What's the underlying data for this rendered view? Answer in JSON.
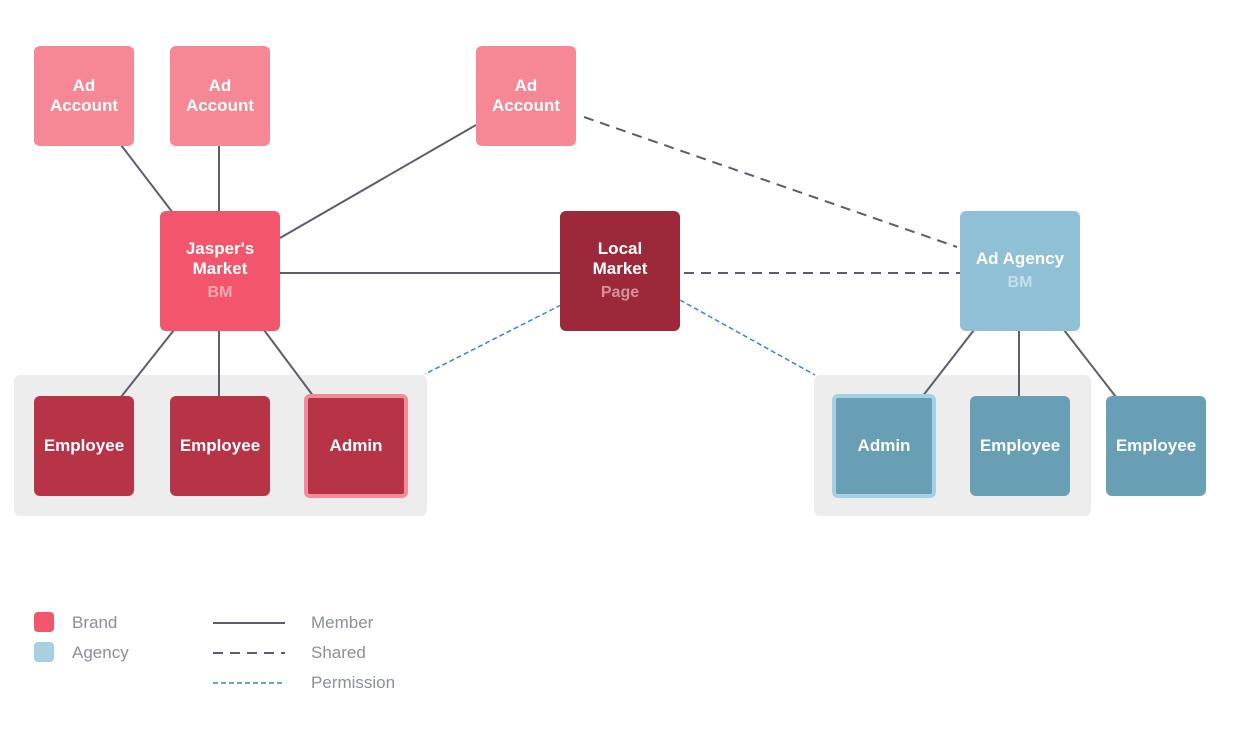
{
  "colors": {
    "brand": "#f2556c",
    "agency": "#a9d0e1",
    "ad_account": "#f58894",
    "page": "#9c2839",
    "brand_person": "#b73447",
    "agency_person": "#689fb4",
    "member_line": "#5a5f6b",
    "shared_line": "#5a5f6b",
    "permission_line": "#3d7fe6"
  },
  "nodes": {
    "ad_account_1": {
      "title": "Ad\nAccount"
    },
    "ad_account_2": {
      "title": "Ad\nAccount"
    },
    "ad_account_3": {
      "title": "Ad\nAccount"
    },
    "jaspers_market": {
      "title": "Jasper's\nMarket",
      "subtitle": "BM"
    },
    "local_market": {
      "title": "Local\nMarket",
      "subtitle": "Page"
    },
    "ad_agency": {
      "title": "Ad Agency",
      "subtitle": "BM"
    },
    "brand_employee_1": {
      "title": "Employee"
    },
    "brand_employee_2": {
      "title": "Employee"
    },
    "brand_admin": {
      "title": "Admin"
    },
    "agency_admin": {
      "title": "Admin"
    },
    "agency_employee_1": {
      "title": "Employee"
    },
    "agency_employee_2": {
      "title": "Employee"
    }
  },
  "legend": {
    "brand": "Brand",
    "agency": "Agency",
    "member": "Member",
    "shared": "Shared",
    "permission": "Permission"
  }
}
